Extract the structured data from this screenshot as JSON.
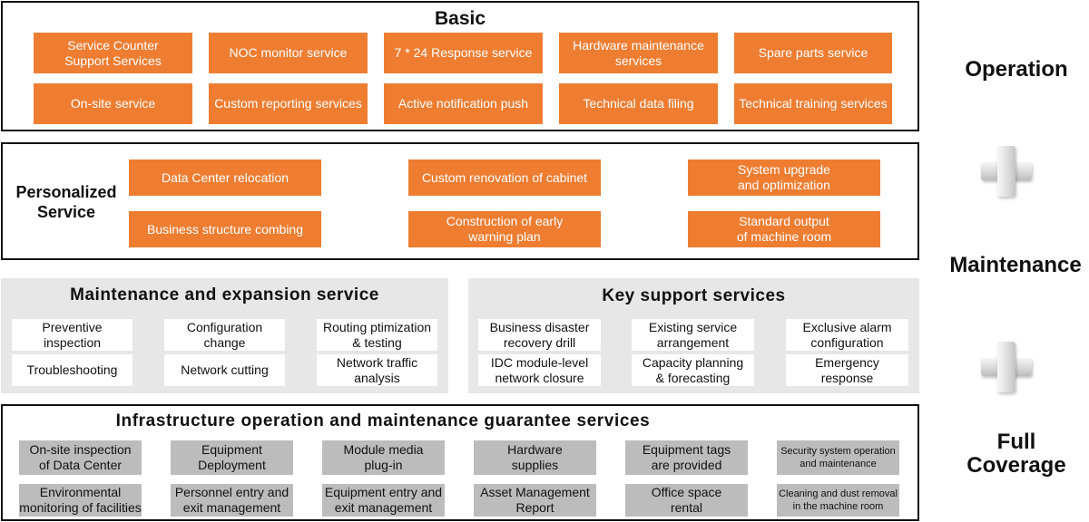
{
  "basic": {
    "title": "Basic",
    "items": [
      "Service Counter\nSupport Services",
      "NOC monitor service",
      "7 * 24 Response  service",
      "Hardware maintenance\nservices",
      "Spare parts service",
      "On-site service",
      "Custom reporting services",
      "Active notification push",
      "Technical data filing",
      "Technical training services"
    ]
  },
  "personalized": {
    "title": "Personalized\nService",
    "items": [
      "Data Center relocation",
      "Custom renovation of cabinet",
      "System upgrade\nand optimization",
      "Business structure combing",
      "Construction of early\nwarning plan",
      "Standard output\nof machine room"
    ]
  },
  "maintenance_expansion": {
    "title": "Maintenance and expansion service",
    "items": [
      "Preventive\ninspection",
      "Configuration\nchange",
      "Routing ptimization\n& testing",
      "Troubleshooting",
      "Network cutting",
      "Network traffic\nanalysis"
    ]
  },
  "key_support": {
    "title": "Key support services",
    "items": [
      "Business disaster\nrecovery drill",
      "Existing service\narrangement",
      "Exclusive alarm\nconfiguration",
      "IDC module-level\nnetwork closure",
      "Capacity planning\n& forecasting",
      "Emergency\nresponse"
    ]
  },
  "infrastructure": {
    "title": "Infrastructure operation and maintenance guarantee services",
    "items": [
      "On-site inspection\nof Data Center",
      "Equipment\nDeployment",
      "Module media\nplug-in",
      "Hardware\nsupplies",
      "Equipment tags\nare provided",
      "Security system operation\nand maintenance",
      "Environmental\nmonitoring of facilities",
      "Personnel entry and\nexit management",
      "Equipment entry and\nexit management",
      "Asset Management\nReport",
      "Office space\nrental",
      "Cleaning and dust removal\nin the machine room"
    ]
  },
  "side_labels": {
    "operation": "Operation",
    "maintenance": "Maintenance",
    "full_coverage": "Full\nCoverage"
  },
  "colors": {
    "orange": "#ee7d31",
    "gray_panel": "#e7e7e7",
    "gray_box": "#bcbcbc"
  },
  "icons": [
    "plus-icon",
    "plus-icon"
  ]
}
